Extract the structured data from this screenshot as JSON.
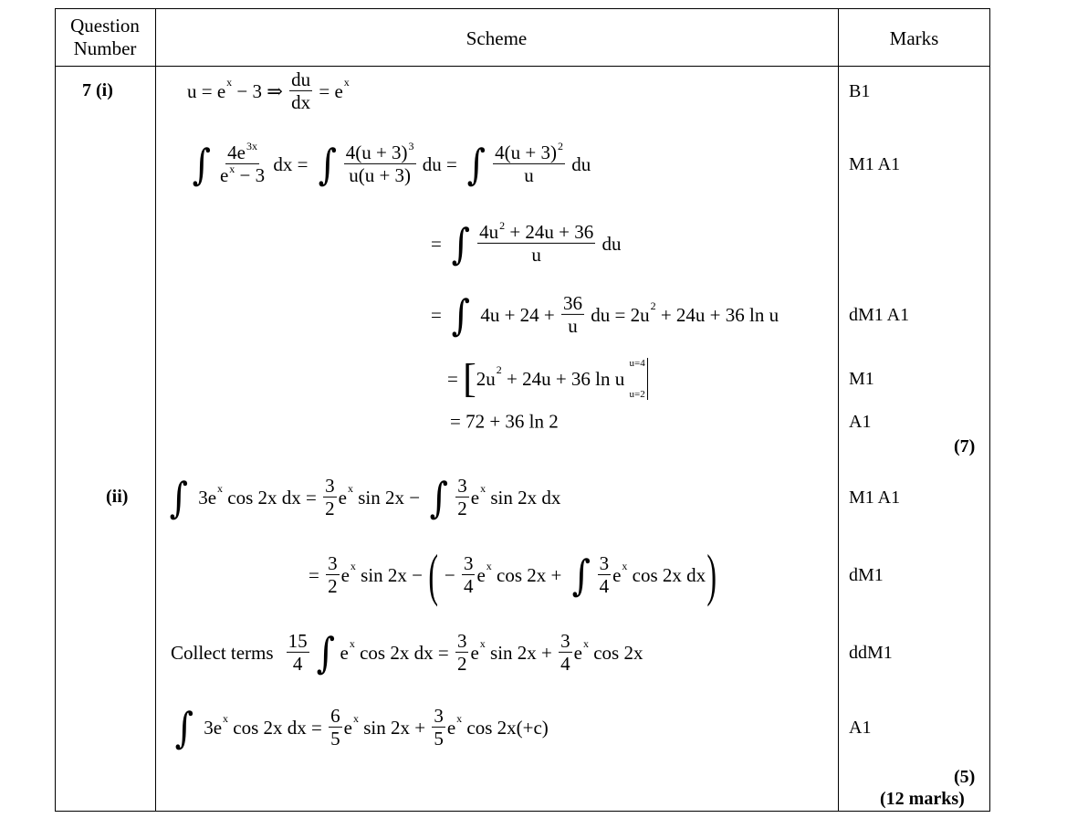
{
  "header": {
    "question_number": "Question\nNumber",
    "scheme": "Scheme",
    "marks": "Marks"
  },
  "part_i": {
    "label": "7 (i)",
    "lines": [
      {
        "tokens": [
          "u = e",
          {
            "sup": "x"
          },
          " − 3 ⇒ ",
          {
            "frac": [
              [
                "du"
              ],
              [
                "dx"
              ]
            ]
          },
          " = e",
          {
            "sup": "x"
          }
        ],
        "mark": "B1"
      },
      {
        "tokens": [
          {
            "int": 1
          },
          {
            "frac": [
              [
                "4e",
                {
                  "sup": "3x"
                }
              ],
              [
                "e",
                {
                  "sup": "x"
                },
                " − 3"
              ]
            ]
          },
          " dx = ",
          {
            "int": 1
          },
          {
            "frac": [
              [
                "4(u + 3)",
                {
                  "sup": "3"
                }
              ],
              [
                "u(u + 3)"
              ]
            ]
          },
          " du = ",
          {
            "int": 1
          },
          {
            "frac": [
              [
                "4(u + 3)",
                {
                  "sup": "2"
                }
              ],
              [
                "u"
              ]
            ]
          },
          " du"
        ],
        "mark": "M1 A1"
      },
      {
        "tokens": [
          "= ",
          {
            "int": 1
          },
          {
            "frac": [
              [
                "4u",
                {
                  "sup": "2"
                },
                " + 24u + 36"
              ],
              [
                "u"
              ]
            ]
          },
          " du"
        ],
        "mark": ""
      },
      {
        "tokens": [
          "= ",
          {
            "int": 1
          },
          " 4u + 24 + ",
          {
            "frac": [
              [
                "36"
              ],
              [
                "u"
              ]
            ]
          },
          " du = 2u",
          {
            "sup": "2"
          },
          " + 24u + 36 ln u"
        ],
        "mark": "dM1 A1"
      },
      {
        "tokens": [
          "= ",
          {
            "open": "["
          },
          "2u",
          {
            "sup": "2"
          },
          " + 24u + 36 ln u ",
          {
            "lim": [
              "u=4",
              "u=2"
            ]
          }
        ],
        "mark": "M1"
      },
      {
        "tokens": [
          "= 72 + 36 ln 2"
        ],
        "mark": "A1"
      }
    ],
    "subtotal": "(7)"
  },
  "part_ii": {
    "label": "(ii)",
    "lines": [
      {
        "tokens": [
          {
            "int": 1
          },
          " 3e",
          {
            "sup": "x"
          },
          " cos 2x dx = ",
          {
            "frac": [
              [
                "3"
              ],
              [
                "2"
              ]
            ]
          },
          "e",
          {
            "sup": "x"
          },
          " sin 2x − ",
          {
            "int": 1
          },
          {
            "frac": [
              [
                "3"
              ],
              [
                "2"
              ]
            ]
          },
          "e",
          {
            "sup": "x"
          },
          " sin 2x dx"
        ],
        "mark": "M1 A1"
      },
      {
        "tokens": [
          "= ",
          {
            "frac": [
              [
                "3"
              ],
              [
                "2"
              ]
            ]
          },
          "e",
          {
            "sup": "x"
          },
          " sin 2x − ",
          {
            "big": "("
          },
          " − ",
          {
            "frac": [
              [
                "3"
              ],
              [
                "4"
              ]
            ]
          },
          "e",
          {
            "sup": "x"
          },
          " cos 2x + ",
          {
            "int": 1
          },
          {
            "frac": [
              [
                "3"
              ],
              [
                "4"
              ]
            ]
          },
          "e",
          {
            "sup": "x"
          },
          " cos 2x dx",
          {
            "big": ")"
          }
        ],
        "mark": "dM1"
      },
      {
        "prefix": "Collect terms",
        "tokens": [
          {
            "frac": [
              [
                "15"
              ],
              [
                "4"
              ]
            ]
          },
          {
            "int": 1
          },
          "e",
          {
            "sup": "x"
          },
          " cos 2x dx = ",
          {
            "frac": [
              [
                "3"
              ],
              [
                "2"
              ]
            ]
          },
          "e",
          {
            "sup": "x"
          },
          " sin 2x + ",
          {
            "frac": [
              [
                "3"
              ],
              [
                "4"
              ]
            ]
          },
          "e",
          {
            "sup": "x"
          },
          " cos 2x"
        ],
        "mark": "ddM1"
      },
      {
        "tokens": [
          {
            "int": 1
          },
          " 3e",
          {
            "sup": "x"
          },
          " cos 2x dx = ",
          {
            "frac": [
              [
                "6"
              ],
              [
                "5"
              ]
            ]
          },
          "e",
          {
            "sup": "x"
          },
          " sin 2x + ",
          {
            "frac": [
              [
                "3"
              ],
              [
                "5"
              ]
            ]
          },
          "e",
          {
            "sup": "x"
          },
          " cos 2x(+c)"
        ],
        "mark": "A1"
      }
    ],
    "subtotal": "(5)",
    "total": "(12 marks)"
  }
}
